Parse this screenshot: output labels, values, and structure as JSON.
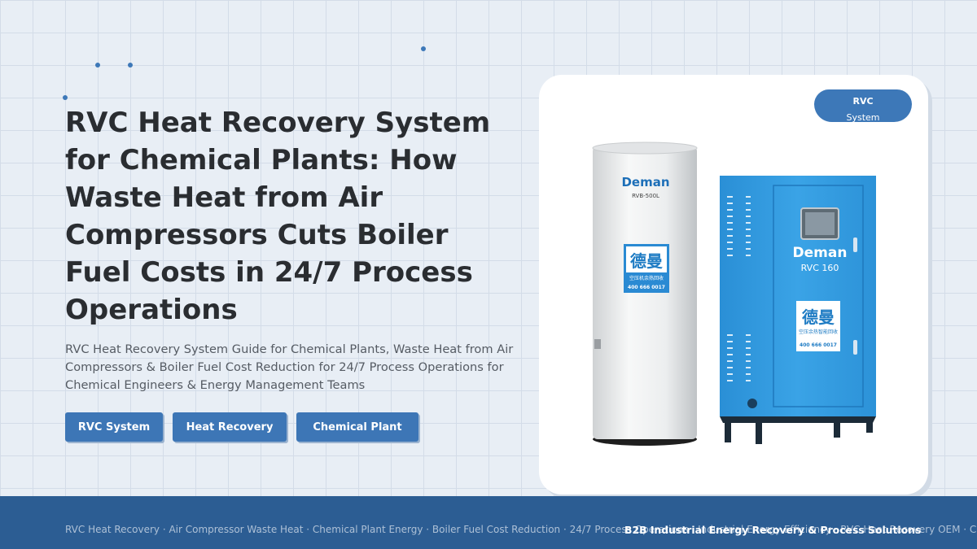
{
  "article": {
    "title": "RVC Heat Recovery System for Chemical Plants: How Waste Heat from Air Compressors Cuts Boiler Fuel Costs in 24/7 Process Operations",
    "subtitle": "RVC Heat Recovery System Guide for Chemical Plants, Waste Heat from Air Compressors & Boiler Fuel Cost Reduction for 24/7 Process Operations for Chemical Engineers & Energy Management Teams"
  },
  "tags": [
    "RVC System",
    "Heat Recovery",
    "Chemical Plant"
  ],
  "product_card": {
    "badge_line1": "RVC",
    "badge_line2": "System",
    "tank": {
      "brand": "Deman",
      "model": "RVB-500L",
      "label_cn": "德曼",
      "label_sub": "空压机余热回收",
      "phone": "400 666 0017"
    },
    "cabinet": {
      "brand": "Deman",
      "model": "RVC 160",
      "label_cn": "德曼",
      "label_sub": "空压余热智能回收",
      "phone": "400 666 0017"
    }
  },
  "footer": {
    "ticker": "RVC Heat Recovery · Air Compressor Waste Heat · Chemical Plant Energy · Boiler Fuel Cost Reduction · 24/7 Process Operations · Industrial Energy Efficiency · RVC Heat Recovery OEM · Chemical Plant Energy",
    "tagline": "B2B Industrial Energy Recovery & Process Solutions"
  },
  "colors": {
    "accent": "#3d76b6",
    "footer": "#2c5d93",
    "cabinet": "#2f9be0",
    "background": "#e8eef5"
  }
}
